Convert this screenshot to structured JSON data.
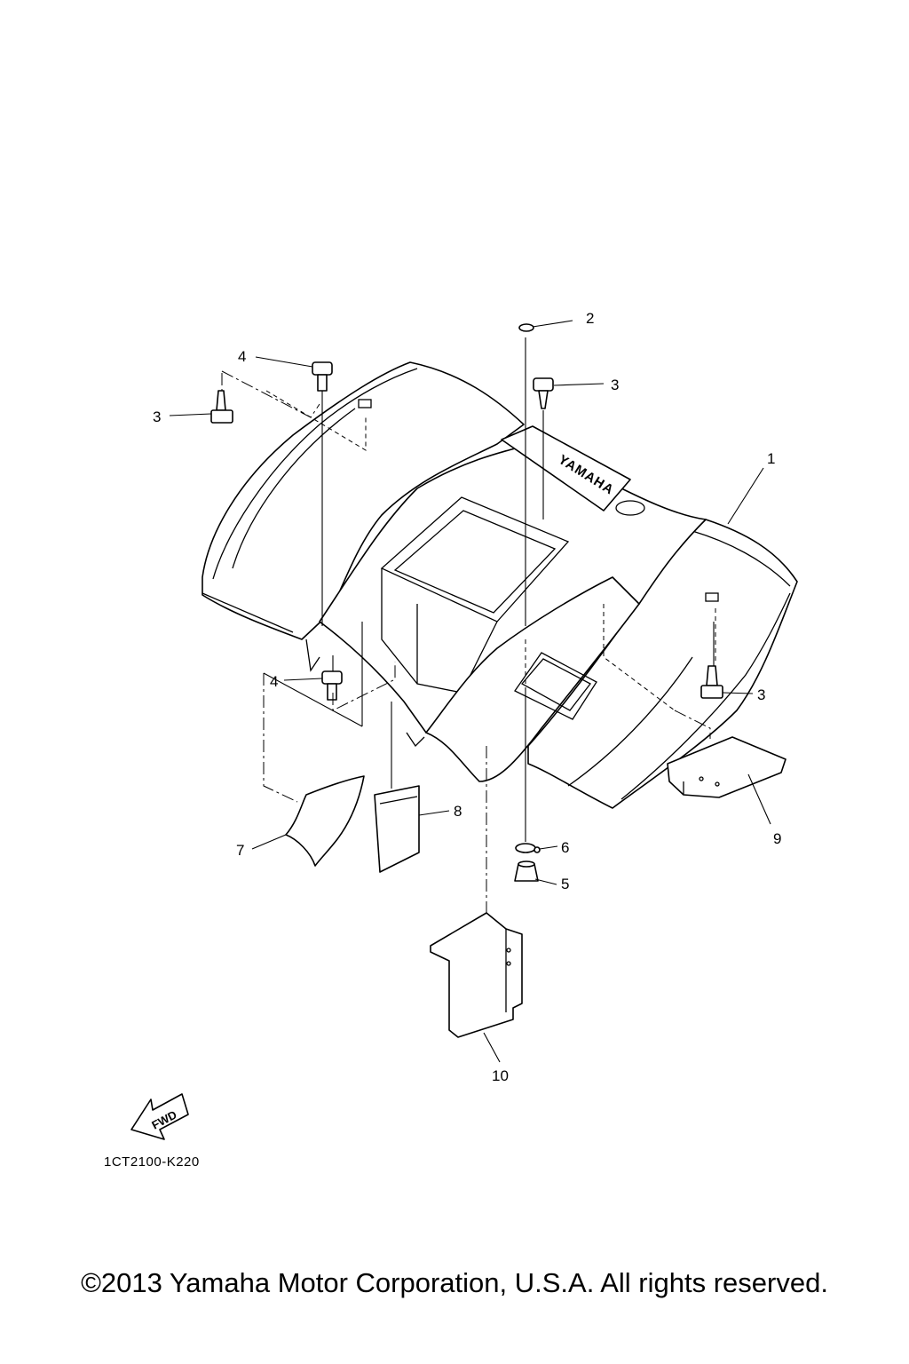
{
  "callouts": [
    "1",
    "2",
    "3",
    "3",
    "3",
    "4",
    "4",
    "5",
    "6",
    "7",
    "8",
    "9",
    "10"
  ],
  "fender_logo": "YAMAHA",
  "fwd_label": "FWD",
  "diagram_code": "1CT2100-K220",
  "copyright": "©2013 Yamaha Motor Corporation, U.S.A. All rights reserved."
}
